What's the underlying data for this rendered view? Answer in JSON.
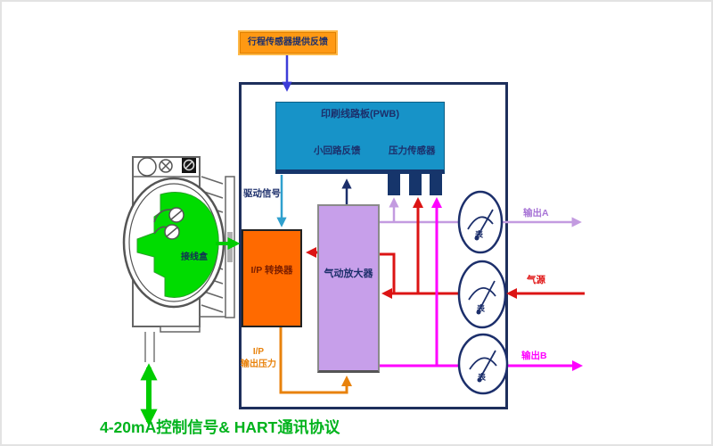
{
  "banner": {
    "label": "行程传感器提供反馈"
  },
  "pwb": {
    "title": "印刷线路板(PWB)",
    "loop_feedback": "小回路反馈",
    "pressure_sensor": "压力传感器"
  },
  "blocks": {
    "ip_converter": "I/P 转换器",
    "pneumatic_amplifier": "气动放大器",
    "junction_box": "接线盒"
  },
  "labels": {
    "drive_signal": "驱动信号",
    "ip_output_line1": "I/P",
    "ip_output_line2": "输出压力",
    "output_a": "输出A",
    "air_supply": "气源",
    "output_b": "输出B",
    "bottom": "4-20mA控制信号& HART通讯协议"
  },
  "gauges": [
    {
      "label": "表"
    },
    {
      "label": "表"
    },
    {
      "label": "表"
    }
  ],
  "colors": {
    "banner_bg": "#ff9913",
    "pwb_bg": "#1793c8",
    "ip_converter_bg": "#ff6a00",
    "amplifier_bg": "#c79fea",
    "junction_green": "#00dc00",
    "outer_border": "#1e2f5c",
    "wire_violet": "#c39be0",
    "wire_red": "#dc1414",
    "wire_magenta": "#ff00ff",
    "wire_cyan": "#2fa0ce",
    "wire_navy": "#1c2f6b",
    "wire_blue": "#3c3cd8",
    "wire_orange": "#e8820c",
    "signal_green": "#00cc00",
    "bottom_text_green": "#00b31c"
  }
}
